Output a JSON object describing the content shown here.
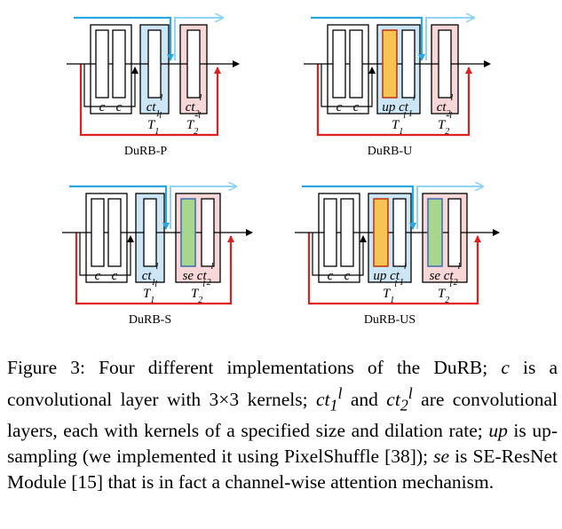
{
  "diagrams": [
    {
      "title": "DuRB-P",
      "block1_label": "ct",
      "block2_label": "ct"
    },
    {
      "title": "DuRB-U",
      "block1_label": "up ct",
      "block2_label": "ct"
    },
    {
      "title": "DuRB-S",
      "block1_label": "ct",
      "block2_label": "se ct"
    },
    {
      "title": "DuRB-US",
      "block1_label": "up ct",
      "block2_label": "se ct"
    }
  ],
  "labels": {
    "conv": "c",
    "t1": "T",
    "t2": "T"
  },
  "colors": {
    "skip_blue": "#2aa6e0",
    "skip_blue_light": "#8fd3f5",
    "skip_red": "#e02020",
    "block1_fill": "#cde6f5",
    "block2_fill": "#f7d7d7",
    "upsample_fill": "#f5c452",
    "upsample_stroke": "#c23a1a",
    "se_fill": "#a8d68b",
    "se_stroke": "#4a6fb5"
  },
  "caption": {
    "p1": "Figure 3: Four different implementations of the DuRB; ",
    "c": "c",
    "p2": " is a convolutional layer with 3×3 kernels; ",
    "ct1": "ct",
    "p3": " and ",
    "ct2": "ct",
    "p4": " are convolutional layers, each with kernels of a specified size and dilation rate; ",
    "up": "up",
    "p5": " is up-sampling (we implemented it using PixelShuffle [38]); ",
    "se": "se",
    "p6": " is SE-ResNet Module [15] that is in fact a channel-wise attention mechanism."
  }
}
